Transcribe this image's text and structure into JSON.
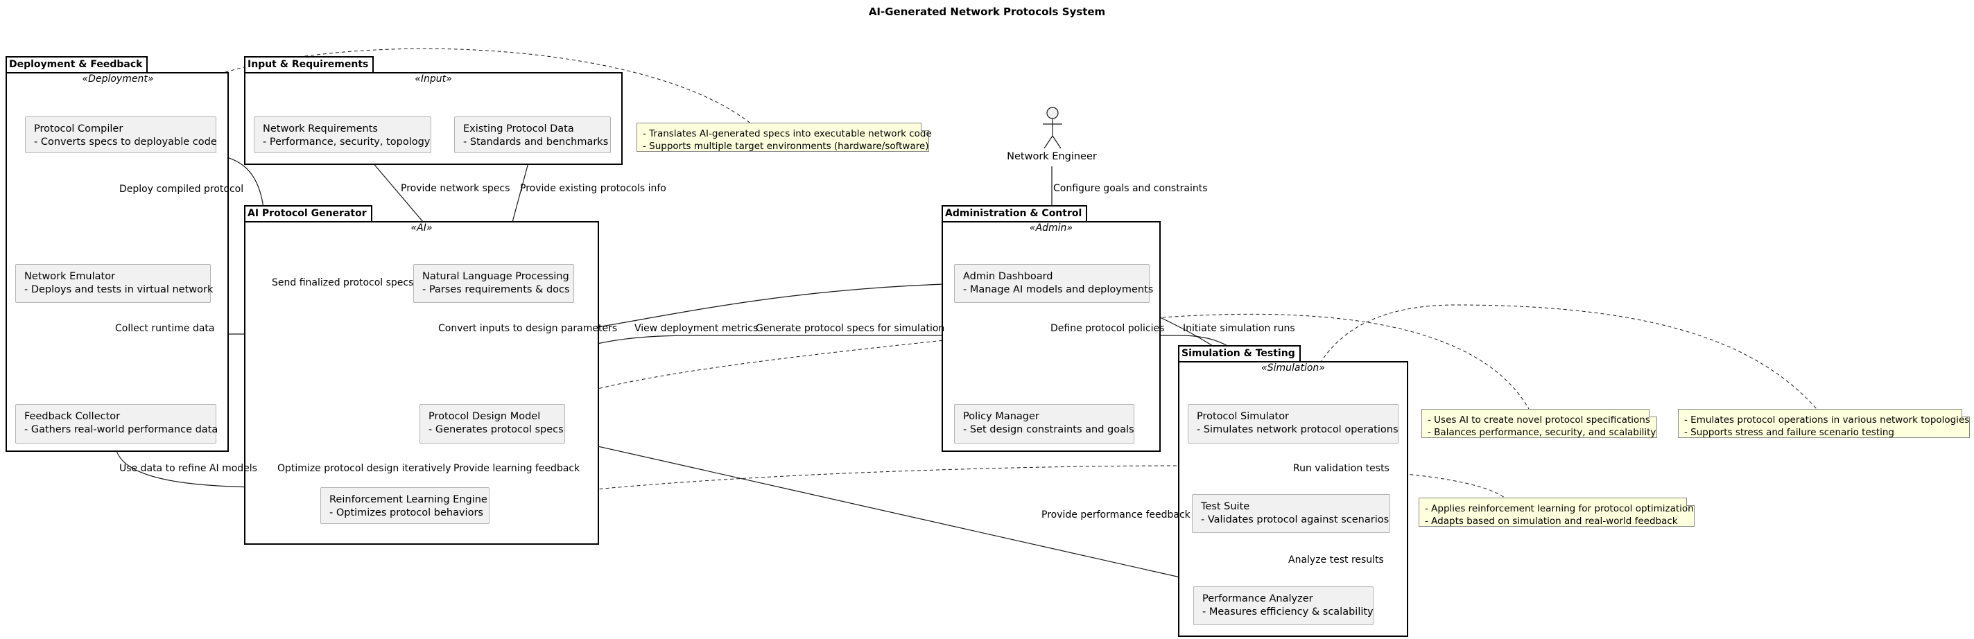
{
  "title": "AI-Generated Network Protocols System",
  "packages": {
    "deployment": {
      "name": "Deployment & Feedback",
      "stereotype": "«Deployment»"
    },
    "input": {
      "name": "Input & Requirements",
      "stereotype": "«Input»"
    },
    "ai": {
      "name": "AI Protocol Generator",
      "stereotype": "«AI»"
    },
    "admin": {
      "name": "Administration & Control",
      "stereotype": "«Admin»"
    },
    "simulation": {
      "name": "Simulation & Testing",
      "stereotype": "«Simulation»"
    }
  },
  "components": {
    "protocol_compiler": {
      "line1": "Protocol Compiler",
      "line2": "- Converts specs to deployable code"
    },
    "network_emulator": {
      "line1": "Network Emulator",
      "line2": "- Deploys and tests in virtual network"
    },
    "feedback_collector": {
      "line1": "Feedback Collector",
      "line2": "- Gathers real-world performance data"
    },
    "network_requirements": {
      "line1": "Network Requirements",
      "line2": "- Performance, security, topology"
    },
    "existing_protocol_data": {
      "line1": "Existing Protocol Data",
      "line2": "- Standards and benchmarks"
    },
    "nlp": {
      "line1": "Natural Language Processing",
      "line2": "- Parses requirements & docs"
    },
    "protocol_design_model": {
      "line1": "Protocol Design Model",
      "line2": "- Generates protocol specs"
    },
    "rl_engine": {
      "line1": "Reinforcement Learning Engine",
      "line2": "- Optimizes protocol behaviors"
    },
    "admin_dashboard": {
      "line1": "Admin Dashboard",
      "line2": "- Manage AI models and deployments"
    },
    "policy_manager": {
      "line1": "Policy Manager",
      "line2": "- Set design constraints and goals"
    },
    "protocol_simulator": {
      "line1": "Protocol Simulator",
      "line2": "- Simulates network protocol operations"
    },
    "test_suite": {
      "line1": "Test Suite",
      "line2": "- Validates protocol against scenarios"
    },
    "performance_analyzer": {
      "line1": "Performance Analyzer",
      "line2": "- Measures efficiency & scalability"
    }
  },
  "actor": {
    "name": "Network Engineer"
  },
  "notes": {
    "compiler_note": {
      "line1": "- Translates AI-generated specs into executable network code",
      "line2": "- Supports multiple target environments (hardware/software)"
    },
    "design_note": {
      "line1": "- Uses AI to create novel protocol specifications",
      "line2": "- Balances performance, security, and scalability"
    },
    "simulator_note": {
      "line1": "- Emulates protocol operations in various network topologies",
      "line2": "- Supports stress and failure scenario testing"
    },
    "rl_note": {
      "line1": "- Applies reinforcement learning for protocol optimization",
      "line2": "- Adapts based on simulation and real-world feedback"
    }
  },
  "edges": {
    "deploy_compiled": "Deploy compiled protocol",
    "collect_runtime": "Collect runtime data",
    "use_data_refine": "Use data to refine AI models",
    "provide_network_specs": "Provide network specs",
    "provide_existing": "Provide existing protocols info",
    "send_finalized": "Send finalized protocol specs",
    "convert_inputs": "Convert inputs to design parameters",
    "optimize_iteratively": "Optimize protocol design iteratively",
    "provide_learning": "Provide learning feedback",
    "configure_goals": "Configure goals and constraints",
    "view_metrics": "View deployment metrics",
    "generate_specs": "Generate protocol specs for simulation",
    "define_policies": "Define protocol policies",
    "initiate_runs": "Initiate simulation runs",
    "run_validation": "Run validation tests",
    "analyze_results": "Analyze test results",
    "provide_performance": "Provide performance feedback"
  }
}
